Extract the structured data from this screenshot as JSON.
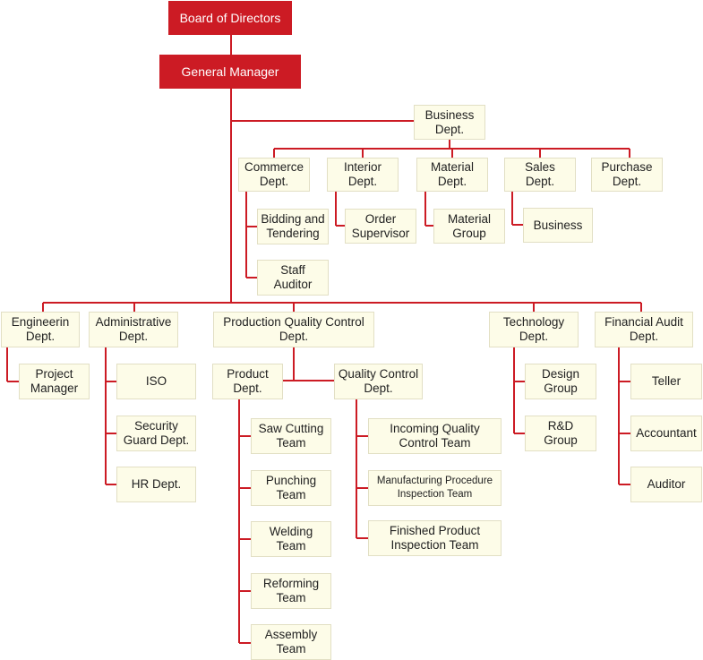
{
  "nodes": {
    "board": "Board of Directors",
    "gm": "General Manager",
    "business": [
      "Business",
      "Dept."
    ],
    "commerce": [
      "Commerce",
      "Dept."
    ],
    "interior": [
      "Interior",
      "Dept."
    ],
    "material": [
      "Material",
      "Dept."
    ],
    "sales": [
      "Sales",
      "Dept."
    ],
    "purchase": [
      "Purchase",
      "Dept."
    ],
    "bidding": [
      "Bidding and",
      "Tendering"
    ],
    "staff": [
      "Staff",
      "Auditor"
    ],
    "order": [
      "Order",
      "Supervisor"
    ],
    "materialgroup": [
      "Material",
      "Group"
    ],
    "businessunit": "Business",
    "engineering": [
      "Engineerin",
      "Dept."
    ],
    "admin": [
      "Administrative",
      "Dept."
    ],
    "pqc": [
      "Production Quality Control",
      "Dept."
    ],
    "tech": [
      "Technology",
      "Dept."
    ],
    "finance": [
      "Financial Audit",
      "Dept."
    ],
    "project": [
      "Project",
      "Manager"
    ],
    "iso": "ISO",
    "security": [
      "Security",
      "Guard Dept."
    ],
    "hr": "HR Dept.",
    "product": [
      "Product",
      "Dept."
    ],
    "qc": [
      "Quality Control",
      "Dept."
    ],
    "saw": [
      "Saw Cutting",
      "Team"
    ],
    "punching": [
      "Punching",
      "Team"
    ],
    "welding": [
      "Welding",
      "Team"
    ],
    "reforming": [
      "Reforming",
      "Team"
    ],
    "assembly": [
      "Assembly",
      "Team"
    ],
    "incoming": [
      "Incoming Quality",
      "Control Team"
    ],
    "manufacturing": [
      "Manufacturing Procedure",
      "Inspection Team"
    ],
    "finished": [
      "Finished Product",
      "Inspection Team"
    ],
    "design": [
      "Design",
      "Group"
    ],
    "rnd": [
      "R&D",
      "Group"
    ],
    "teller": "Teller",
    "accountant": "Accountant",
    "auditor": "Auditor"
  },
  "colors": {
    "line": "#cc1b24",
    "top_box": "#cc1b24",
    "box_fill": "#fdfce8",
    "box_border": "#e2dfc4"
  }
}
